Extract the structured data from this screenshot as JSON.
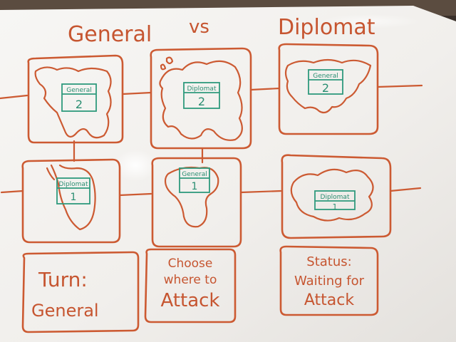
{
  "header": {
    "left_player": "General",
    "vs": "vs",
    "right_player": "Diplomat"
  },
  "colors": {
    "board": "#f3f1ee",
    "ink_orange": "#cc5a32",
    "ink_green": "#2f9a7d"
  },
  "territories": [
    {
      "owner": "General",
      "armies": "2"
    },
    {
      "owner": "Diplomat",
      "armies": "2"
    },
    {
      "owner": "General",
      "armies": "2"
    },
    {
      "owner": "Diplomat",
      "armies": "1"
    },
    {
      "owner": "General",
      "armies": "1"
    },
    {
      "owner": "Diplomat",
      "armies": "1"
    }
  ],
  "panels": {
    "turn": {
      "line1": "Turn:",
      "line2": "General"
    },
    "instruction": {
      "line1": "Choose",
      "line2": "where to",
      "line3": "Attack"
    },
    "status": {
      "line1": "Status:",
      "line2": "Waiting for",
      "line3": "Attack"
    }
  }
}
